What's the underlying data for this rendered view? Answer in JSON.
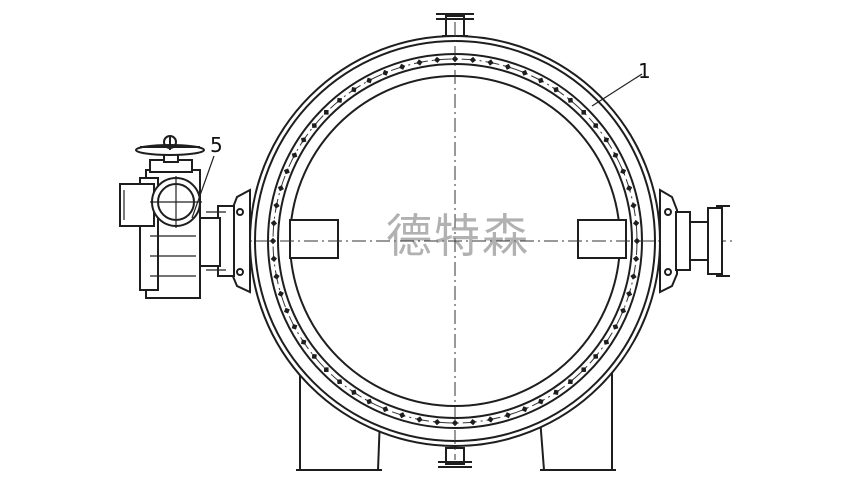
{
  "callouts": {
    "ring_ref": "1",
    "actuator_ref": "5"
  },
  "watermark": {
    "text": "德特森",
    "color": "#7d7d7d"
  },
  "colors": {
    "line": "#1e1e1e",
    "background": "#ffffff"
  },
  "flange": {
    "bolt_count": 64
  }
}
